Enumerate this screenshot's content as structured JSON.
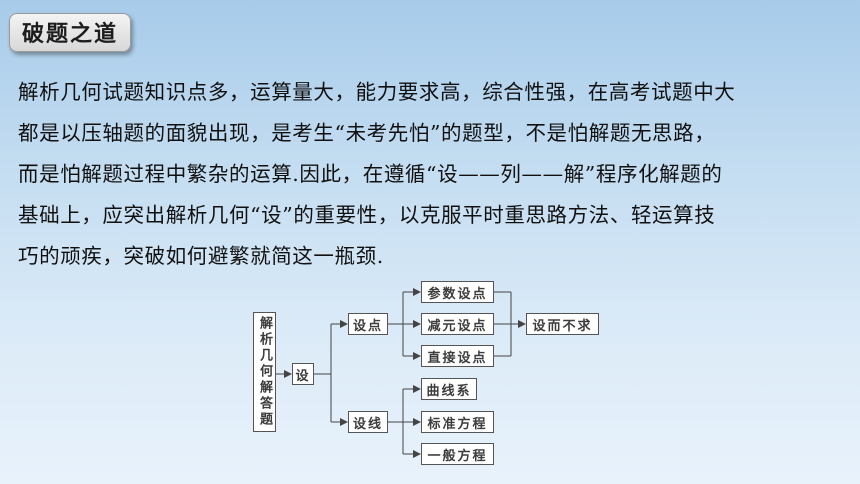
{
  "header": {
    "title": "破题之道"
  },
  "paragraph": [
    "解析几何试题知识点多，运算量大，能力要求高，综合性强，在高考试题中大",
    "都是以压轴题的面貌出现，是考生“未考先怕”的题型，不是怕解题无思路，",
    "而是怕解题过程中繁杂的运算.因此，在遵循“设——列——解”程序化解题的",
    "基础上，应突出解析几何“设”的重要性，以克服平时重思路方法、轻运算技",
    "巧的顽疾，突破如何避繁就简这一瓶颈."
  ],
  "diagram": {
    "root": "解析几何解答题",
    "she": "设",
    "she_dian": "设点",
    "she_xian": "设线",
    "point_methods": [
      "参数设点",
      "减元设点",
      "直接设点"
    ],
    "result": "设而不求",
    "line_methods": [
      "曲线系",
      "标准方程",
      "一般方程"
    ]
  }
}
